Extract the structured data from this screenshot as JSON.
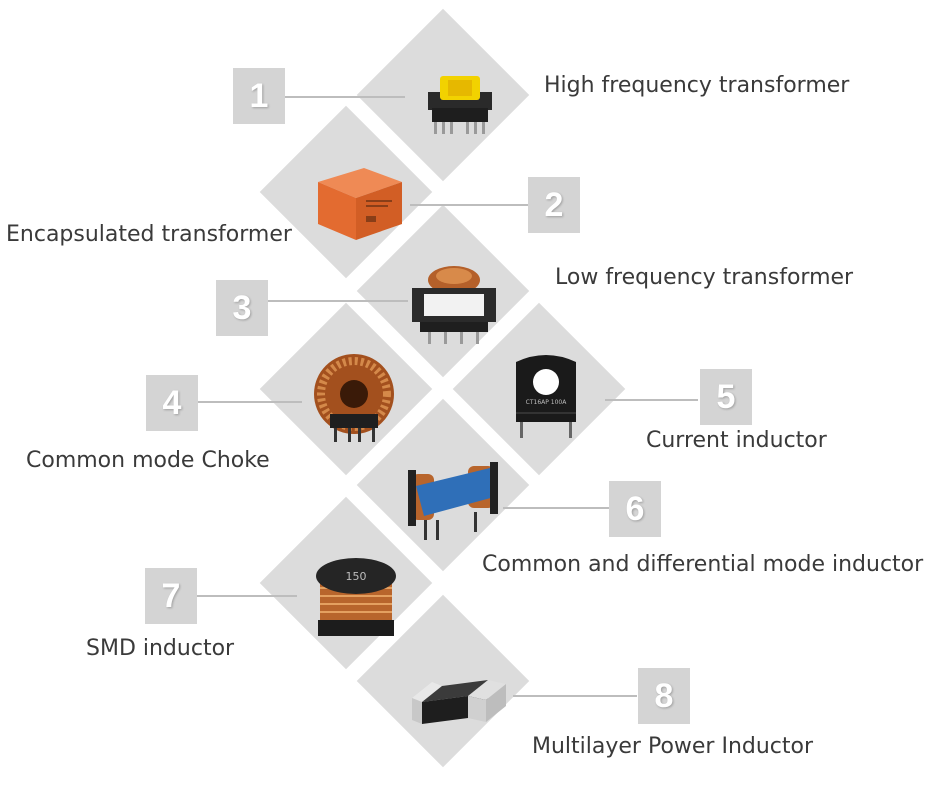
{
  "colors": {
    "diamond": "#dcdcdc",
    "badge": "#d4d4d4",
    "badge_text": "#ffffff",
    "label_text": "#3a3a3a",
    "connector": "#bdbdbd"
  },
  "items": [
    {
      "number": "1",
      "label": "High frequency transformer",
      "icon": "high-frequency-transformer-icon"
    },
    {
      "number": "2",
      "label": "Encapsulated transformer",
      "icon": "encapsulated-transformer-icon"
    },
    {
      "number": "3",
      "label": "Low frequency transformer",
      "icon": "low-frequency-transformer-icon"
    },
    {
      "number": "4",
      "label": "Common mode Choke",
      "icon": "toroid-choke-icon"
    },
    {
      "number": "5",
      "label": "Current inductor",
      "icon": "current-inductor-icon"
    },
    {
      "number": "6",
      "label": "Common and differential mode inductor",
      "icon": "cm-dm-inductor-icon"
    },
    {
      "number": "7",
      "label": "SMD inductor",
      "icon": "smd-inductor-icon"
    },
    {
      "number": "8",
      "label": "Multilayer Power Inductor",
      "icon": "multilayer-inductor-icon"
    }
  ],
  "part_markings": {
    "current_inductor": "CT16AP 100A",
    "smd_inductor": "150"
  }
}
